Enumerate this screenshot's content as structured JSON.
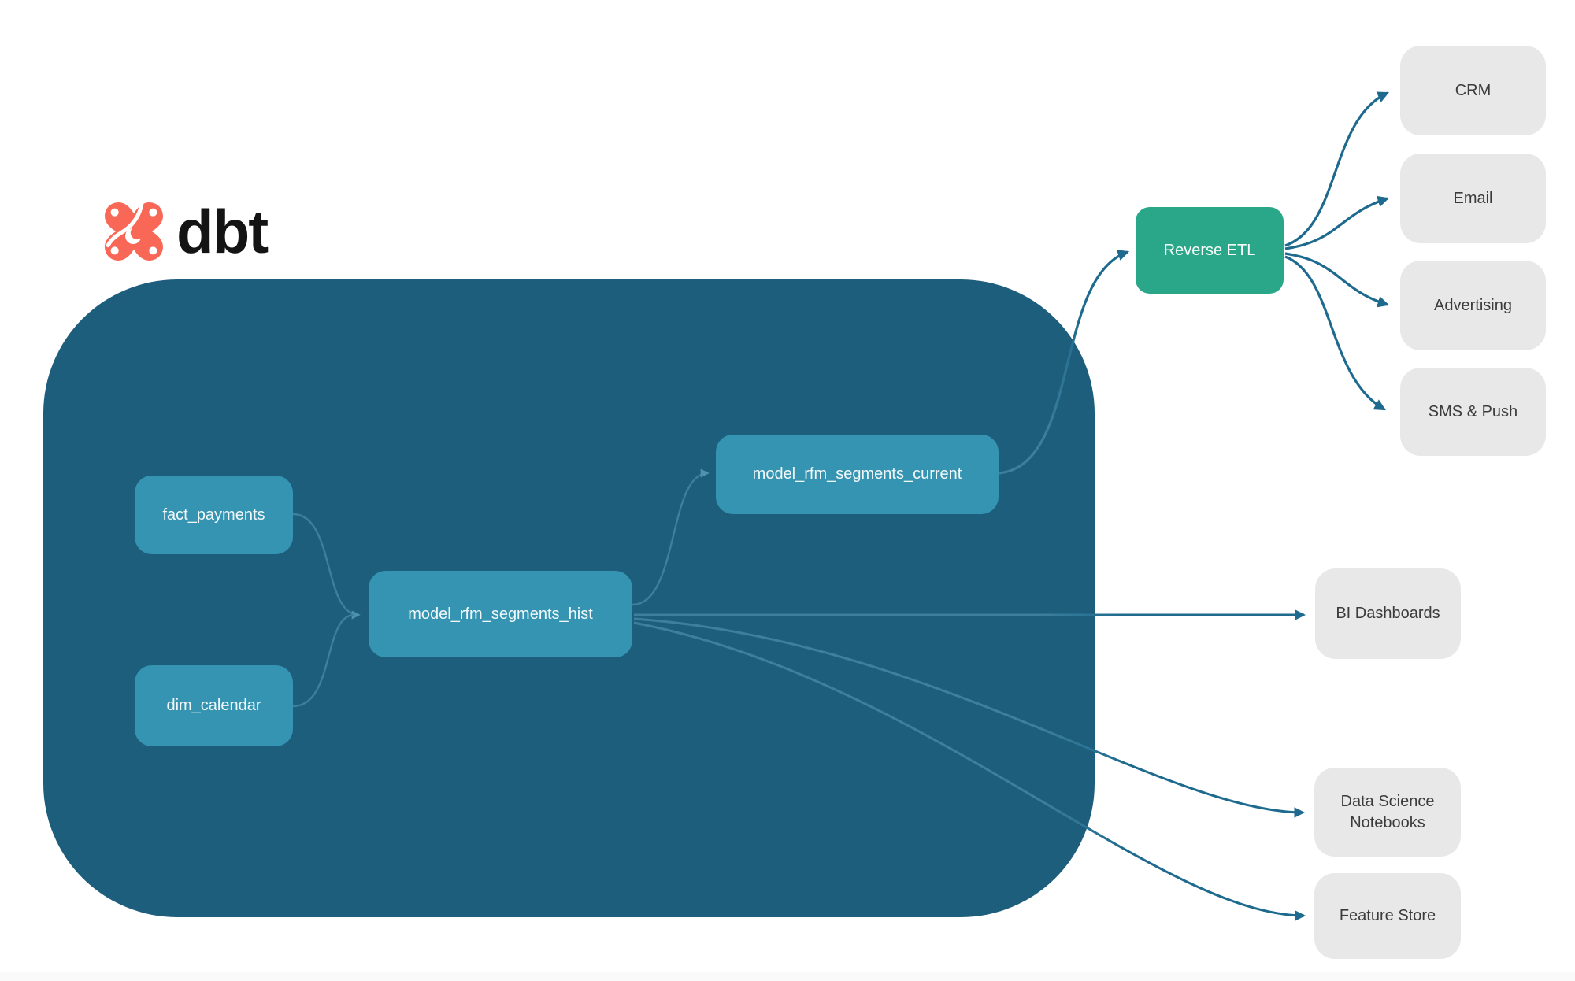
{
  "brand": {
    "name": "dbt"
  },
  "colors": {
    "container_bg": "#1e5e7d",
    "model_node_bg": "#3494b1",
    "reverse_etl_bg": "#2aa689",
    "destination_bg": "#e8e8e8",
    "destination_text": "#3b3b3b",
    "edge_dark": "#1d6a8e",
    "edge_light": "#3d7f9d",
    "logo_orange": "#f96756"
  },
  "nodes": {
    "fact_payments": "fact_payments",
    "dim_calendar": "dim_calendar",
    "model_rfm_segments_hist": "model_rfm_segments_hist",
    "model_rfm_segments_current": "model_rfm_segments_current",
    "reverse_etl": "Reverse ETL",
    "crm": "CRM",
    "email": "Email",
    "advertising": "Advertising",
    "sms_push": "SMS & Push",
    "bi_dashboards": "BI Dashboards",
    "data_science_notebooks": "Data Science Notebooks",
    "feature_store": "Feature Store"
  },
  "edges": [
    {
      "from": "fact_payments",
      "to": "model_rfm_segments_hist"
    },
    {
      "from": "dim_calendar",
      "to": "model_rfm_segments_hist"
    },
    {
      "from": "model_rfm_segments_hist",
      "to": "model_rfm_segments_current"
    },
    {
      "from": "model_rfm_segments_current",
      "to": "reverse_etl"
    },
    {
      "from": "reverse_etl",
      "to": "crm"
    },
    {
      "from": "reverse_etl",
      "to": "email"
    },
    {
      "from": "reverse_etl",
      "to": "advertising"
    },
    {
      "from": "reverse_etl",
      "to": "sms_push"
    },
    {
      "from": "model_rfm_segments_hist",
      "to": "bi_dashboards"
    },
    {
      "from": "model_rfm_segments_hist",
      "to": "data_science_notebooks"
    },
    {
      "from": "model_rfm_segments_hist",
      "to": "feature_store"
    }
  ]
}
